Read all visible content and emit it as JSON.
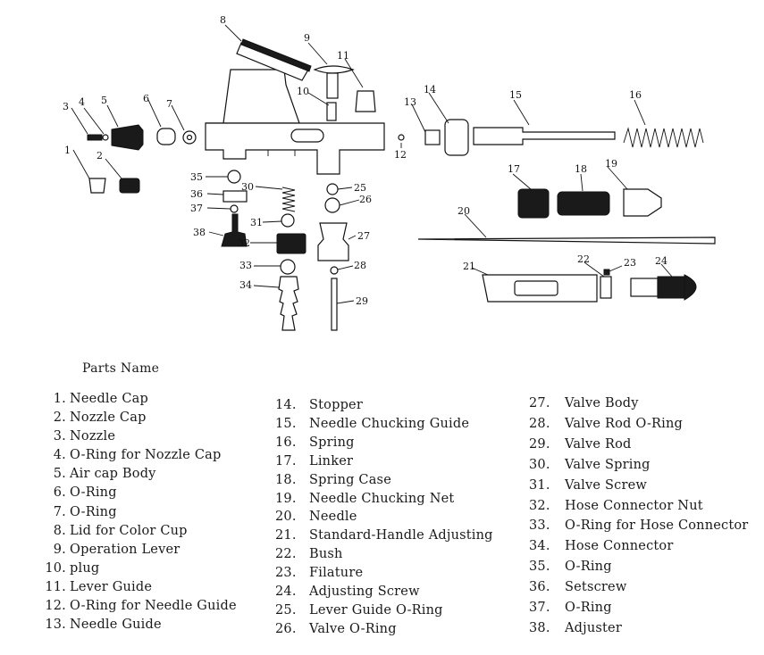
{
  "title": "Parts Name",
  "part_labels": [
    "1",
    "2",
    "3",
    "4",
    "5",
    "6",
    "7",
    "8",
    "9",
    "10",
    "11",
    "12",
    "13",
    "14",
    "15",
    "16",
    "17",
    "18",
    "19",
    "20",
    "21",
    "22",
    "23",
    "24",
    "25",
    "26",
    "27",
    "28",
    "29",
    "30",
    "31",
    "32",
    "33",
    "34",
    "35",
    "36",
    "37",
    "38"
  ],
  "parts": [
    {
      "num": "1.",
      "name": "Needle Cap"
    },
    {
      "num": "2.",
      "name": "Nozzle Cap"
    },
    {
      "num": "3.",
      "name": "Nozzle"
    },
    {
      "num": "4.",
      "name": "O-Ring for Nozzle Cap"
    },
    {
      "num": "5.",
      "name": "Air cap Body"
    },
    {
      "num": "6.",
      "name": "O-Ring"
    },
    {
      "num": "7.",
      "name": "O-Ring"
    },
    {
      "num": "8.",
      "name": "Lid for Color Cup"
    },
    {
      "num": "9.",
      "name": "Operation Lever"
    },
    {
      "num": "10.",
      "name": "plug"
    },
    {
      "num": "11.",
      "name": "Lever Guide"
    },
    {
      "num": "12.",
      "name": "O-Ring for Needle Guide"
    },
    {
      "num": "13.",
      "name": "Needle Guide"
    },
    {
      "num": "14.",
      "name": "Stopper"
    },
    {
      "num": "15.",
      "name": "Needle Chucking Guide"
    },
    {
      "num": "16.",
      "name": "Spring"
    },
    {
      "num": "17.",
      "name": "Linker"
    },
    {
      "num": "18.",
      "name": "Spring Case"
    },
    {
      "num": "19.",
      "name": "Needle Chucking Net"
    },
    {
      "num": "20.",
      "name": "Needle"
    },
    {
      "num": "21.",
      "name": "Standard-Handle Adjusting"
    },
    {
      "num": "22.",
      "name": "Bush"
    },
    {
      "num": "23.",
      "name": "Filature"
    },
    {
      "num": "24.",
      "name": "Adjusting Screw"
    },
    {
      "num": "25.",
      "name": "Lever Guide O-Ring"
    },
    {
      "num": "26.",
      "name": "Valve O-Ring"
    },
    {
      "num": "27.",
      "name": "Valve Body"
    },
    {
      "num": "28.",
      "name": "Valve Rod O-Ring"
    },
    {
      "num": "29.",
      "name": "Valve Rod"
    },
    {
      "num": "30.",
      "name": "Valve Spring"
    },
    {
      "num": "31.",
      "name": "Valve Screw"
    },
    {
      "num": "32.",
      "name": "Hose Connector Nut"
    },
    {
      "num": "33.",
      "name": "O-Ring for Hose Connector"
    },
    {
      "num": "34.",
      "name": "Hose Connector"
    },
    {
      "num": "35.",
      "name": "O-Ring"
    },
    {
      "num": "36.",
      "name": "Setscrew"
    },
    {
      "num": "37.",
      "name": "O-Ring"
    },
    {
      "num": "38.",
      "name": "Adjuster"
    }
  ]
}
